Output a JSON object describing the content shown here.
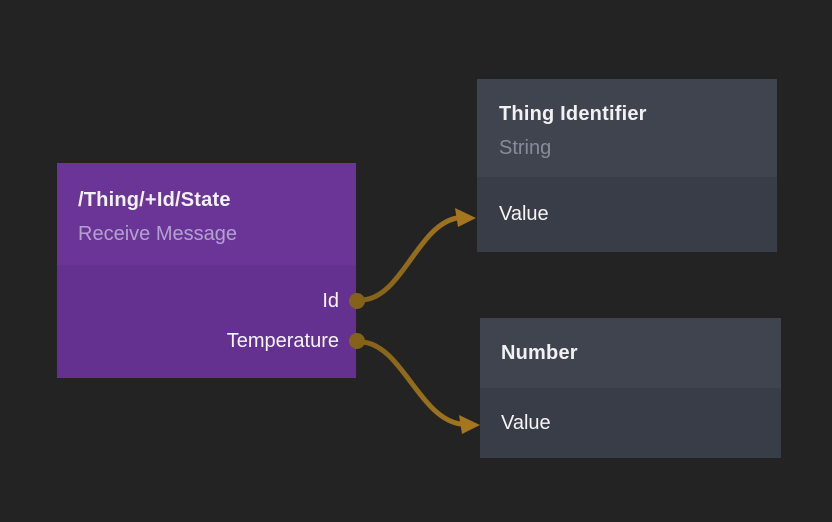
{
  "canvas": {
    "name": "flow-editor-canvas"
  },
  "colors": {
    "background": "#232323",
    "node-purple-header": "#6B3598",
    "node-purple-body": "#653191",
    "node-gray-header": "#40444F",
    "node-gray-body": "#393D47",
    "wire-start": "#84621A",
    "wire-end": "#A3761F",
    "title-text": "#F1F1F4",
    "subtitle-purple": "#B2A2CE",
    "subtitle-gray": "#878C98",
    "port-text": "#F5F5F7"
  },
  "nodes": {
    "receive": {
      "title": "/Thing/+Id/State",
      "subtitle": "Receive Message",
      "outputs": [
        "Id",
        "Temperature"
      ]
    },
    "thing_identifier": {
      "title": "Thing Identifier",
      "subtitle": "String",
      "inputs": [
        "Value"
      ]
    },
    "number": {
      "title": "Number",
      "inputs": [
        "Value"
      ]
    }
  },
  "connections": [
    {
      "from": "Receive Message / Id",
      "to": "Thing Identifier / Value"
    },
    {
      "from": "Receive Message / Temperature",
      "to": "Number / Value"
    }
  ]
}
